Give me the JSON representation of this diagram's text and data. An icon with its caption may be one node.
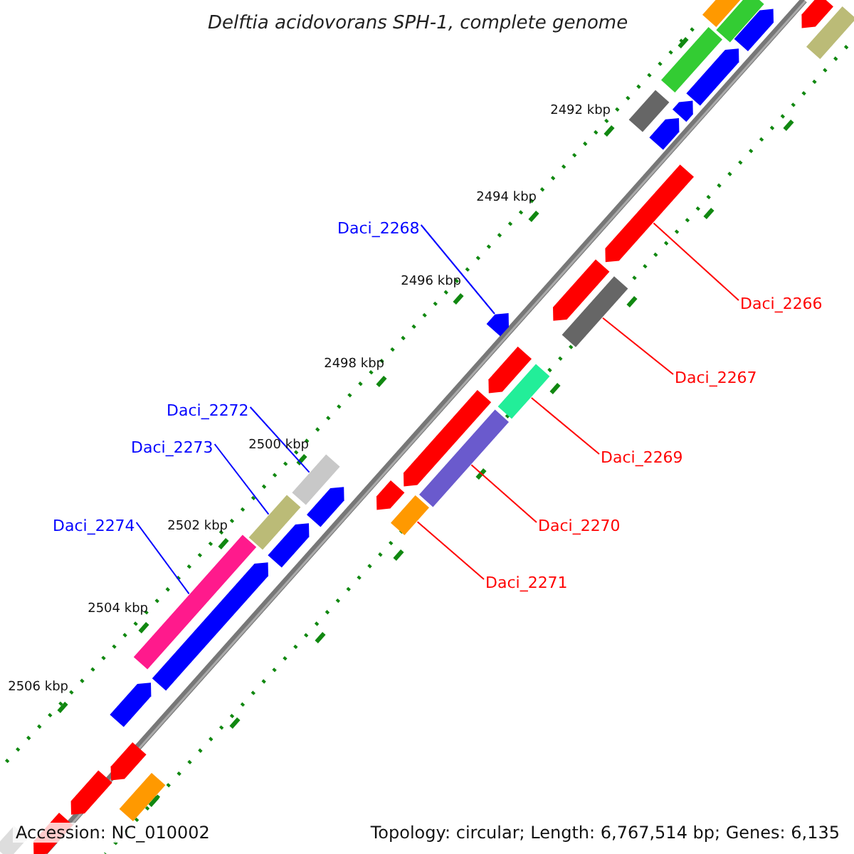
{
  "diagram": {
    "title": "Delftia acidovorans SPH-1, complete genome",
    "nodes": [
      {
        "text": [
          "Daci_2268"
        ]
      },
      {
        "text": [
          "Daci_2266"
        ]
      },
      {
        "text": [
          "Daci_2267"
        ]
      },
      {
        "text": [
          "Daci_2272"
        ]
      },
      {
        "text": [
          "Daci_2273"
        ]
      },
      {
        "text": [
          "Daci_2269"
        ]
      },
      {
        "text": [
          "Daci_2274"
        ]
      },
      {
        "text": [
          "Daci_2270"
        ]
      },
      {
        "text": [
          "Daci_2271"
        ]
      },
      {
        "text": [],
        "shape": "pentagon"
      },
      {
        "text": [],
        "shape": "box"
      },
      {
        "text": [],
        "shape": "pentagon"
      },
      {
        "text": [],
        "shape": "box"
      },
      {
        "text": [],
        "shape": "box"
      },
      {
        "text": [],
        "shape": "box"
      },
      {
        "text": [],
        "shape": "box"
      },
      {
        "text": [],
        "shape": "box"
      },
      {
        "text": [],
        "shape": "box"
      },
      {
        "text": [],
        "shape": "box"
      },
      {
        "text": [],
        "shape": "pentagon"
      },
      {
        "text": [],
        "shape": "box"
      },
      {
        "text": [],
        "shape": "pentagon"
      },
      {
        "text": [],
        "shape": "box"
      },
      {
        "text": [],
        "shape": "box"
      },
      {
        "text": [],
        "shape": "pentagon"
      },
      {
        "text": [],
        "shape": "pentagon"
      },
      {
        "text": [],
        "shape": "box"
      },
      {
        "text": [],
        "shape": "pentagon"
      },
      {
        "text": [],
        "shape": "pentagon"
      },
      {
        "text": [],
        "shape": "pentagon"
      },
      {
        "text": [],
        "shape": "pentagon"
      },
      {
        "text": [],
        "shape": "pentagon"
      },
      {
        "text": [],
        "shape": "pentagon"
      },
      {
        "text": [],
        "shape": "pentagon"
      },
      {
        "text": [],
        "shape": "pentagon"
      },
      {
        "text": [],
        "shape": "pentagon"
      },
      {
        "text": [],
        "shape": "pentagon"
      },
      {
        "text": [],
        "shape": "pentagon"
      },
      {
        "text": [],
        "shape": "box"
      },
      {
        "text": [],
        "shape": "pentagon"
      },
      {
        "text": [],
        "shape": "box"
      }
    ],
    "edges": [
      {
        "from": 0,
        "to": 11,
        "arrow": "none",
        "color": "#0000ff"
      },
      {
        "from": 1,
        "to": 9,
        "arrow": "none"
      },
      {
        "from": 2,
        "to": 10,
        "arrow": "none"
      },
      {
        "from": 3,
        "to": 14,
        "arrow": "none",
        "color": "#0000ff"
      },
      {
        "from": 4,
        "to": 16,
        "arrow": "none",
        "color": "#0000ff"
      },
      {
        "from": 5,
        "to": 12,
        "arrow": "none"
      },
      {
        "from": 6,
        "to": 17,
        "arrow": "none",
        "color": "#0000ff"
      },
      {
        "from": 7,
        "to": 13,
        "arrow": "none"
      },
      {
        "from": 8,
        "to": 15,
        "arrow": "none"
      }
    ],
    "labels": [
      "2492 kbp",
      "2494 kbp",
      "2496 kbp",
      "2498 kbp",
      "2500 kbp",
      "2502 kbp",
      "2504 kbp",
      "2506 kbp",
      "Accession: NC_010002",
      "Topology: circular; Length: 6,767,514 bp; Genes: 6,135"
    ]
  }
}
